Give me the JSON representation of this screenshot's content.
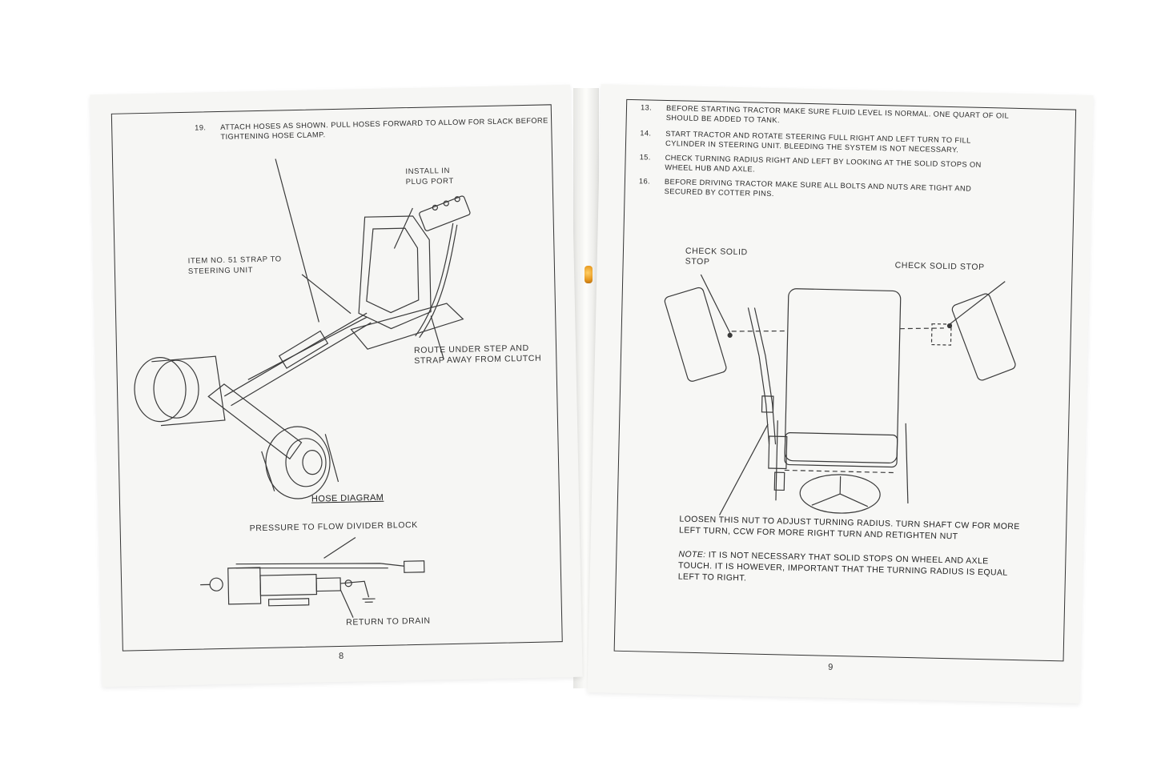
{
  "left_page": {
    "step19_number": "19.",
    "step19_text": "ATTACH HOSES AS SHOWN. PULL HOSES FORWARD TO ALLOW FOR SLACK BEFORE TIGHTENING HOSE CLAMP.",
    "label_install": "INSTALL IN PLUG PORT",
    "label_item": "ITEM NO. 51 STRAP TO STEERING UNIT",
    "label_route": "ROUTE UNDER STEP AND STRAP AWAY FROM CLUTCH",
    "hose_diagram_title": "HOSE DIAGRAM",
    "label_pressure": "PRESSURE TO FLOW DIVIDER BLOCK",
    "label_return": "RETURN TO DRAIN",
    "page_number": "8"
  },
  "right_page": {
    "steps": [
      {
        "number": "13.",
        "text": "BEFORE STARTING TRACTOR MAKE SURE FLUID LEVEL IS NORMAL. ONE QUART OF OIL SHOULD BE ADDED TO TANK."
      },
      {
        "number": "14.",
        "text": "START TRACTOR AND ROTATE STEERING FULL RIGHT AND LEFT TURN TO FILL CYLINDER IN STEERING UNIT. BLEEDING THE SYSTEM IS NOT NECESSARY."
      },
      {
        "number": "15.",
        "text": "CHECK TURNING RADIUS RIGHT AND LEFT BY LOOKING AT THE SOLID STOPS ON WHEEL HUB AND AXLE."
      },
      {
        "number": "16.",
        "text": "BEFORE DRIVING TRACTOR MAKE SURE ALL BOLTS AND NUTS ARE TIGHT AND SECURED BY COTTER PINS."
      }
    ],
    "label_check_left": "CHECK SOLID STOP",
    "label_check_right": "CHECK SOLID STOP",
    "caption_loosen": "LOOSEN THIS NUT TO ADJUST TURNING RADIUS. TURN SHAFT CW FOR MORE LEFT TURN, CCW FOR MORE RIGHT TURN AND RETIGHTEN NUT",
    "note_label": "NOTE:",
    "note_text": "IT IS NOT NECESSARY THAT SOLID STOPS ON WHEEL AND AXLE TOUCH. IT IS HOWEVER, IMPORTANT THAT THE TURNING RADIUS IS EQUAL LEFT TO RIGHT.",
    "page_number": "9"
  }
}
